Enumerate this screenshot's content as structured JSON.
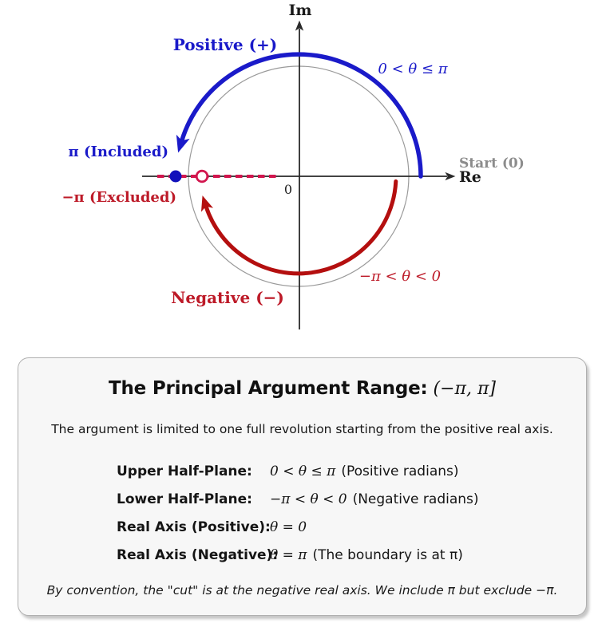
{
  "colors": {
    "blue": "#1a1ac9",
    "blue_dot": "#1111bb",
    "dark_red_arc": "#b40f0f",
    "red_text": "#bd1a28",
    "crimson_dash": "#d2164e",
    "circle_gray": "#9a9a9a",
    "axis_black": "#2a2a2a",
    "start_gray": "#8c8c8c",
    "box_bg": "#f7f7f7",
    "box_border": "#b0b0b0"
  },
  "diagram": {
    "im_axis_label": "Im",
    "re_axis_label": "Re",
    "start_label": "Start (0)",
    "origin_label": "0",
    "positive_label": "Positive (+)",
    "positive_range": "0 < θ ≤ π",
    "negative_label": "Negative (−)",
    "negative_range": "−π < θ < 0",
    "pi_included_label": "π (Included)",
    "neg_pi_excluded_label": "−π (Excluded)"
  },
  "info_box": {
    "title_text": "The Principal Argument Range:",
    "title_math": "(−π, π]",
    "subtitle": "The argument is limited to one full revolution starting from the positive real axis.",
    "rows": [
      {
        "label": "Upper Half-Plane:",
        "math": "0 < θ ≤ π",
        "note": "(Positive radians)"
      },
      {
        "label": "Lower Half-Plane:",
        "math": "−π < θ < 0",
        "note": "(Negative radians)"
      },
      {
        "label": "Real Axis (Positive):",
        "math": "θ = 0",
        "note": ""
      },
      {
        "label": "Real Axis (Negative):",
        "math": "θ = π",
        "note": "(The boundary is at π)"
      }
    ],
    "footnote": "By convention, the \"cut\" is at the negative real axis. We include π but exclude −π."
  }
}
